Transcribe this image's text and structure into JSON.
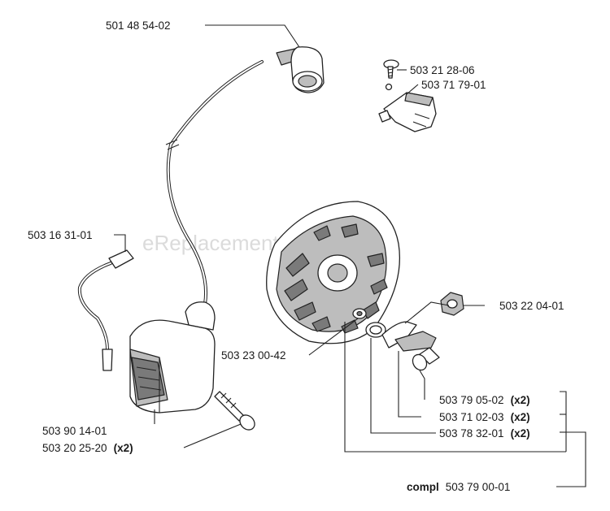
{
  "watermark": "eReplacementParts.com",
  "parts": {
    "spark_plug_cap": "501 48 54-02",
    "screw_small": "503 21 28-06",
    "switch": "503 71 79-01",
    "cable_terminal": "503 16 31-01",
    "nut": "503 22 04-01",
    "washer": "503 23 00-42",
    "ignition_module": "503 90 14-01",
    "screw_ignition": "503 20 25-20",
    "pawl": "503 79 05-02",
    "spring": "503 71 02-03",
    "pivot_washer": "503 78 32-01",
    "flywheel_complete": "503 79 00-01"
  },
  "qty": {
    "screw_ignition": "(x2)",
    "pawl": "(x2)",
    "spring": "(x2)",
    "pivot_washer": "(x2)"
  },
  "compl_prefix": "compl"
}
